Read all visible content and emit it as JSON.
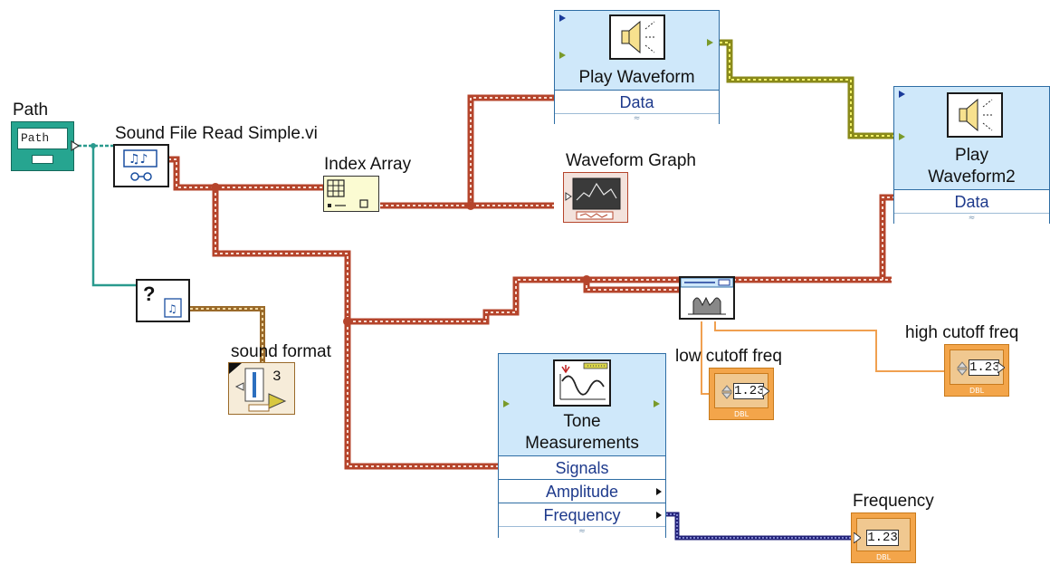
{
  "labels": {
    "path": "Path",
    "sound_file_read": "Sound File Read Simple.vi",
    "index_array": "Index Array",
    "waveform_graph": "Waveform Graph",
    "sound_format": "sound format",
    "low_cutoff": "low cutoff freq",
    "high_cutoff": "high cutoff freq",
    "frequency_indicator": "Frequency"
  },
  "path_control": {
    "text": "Path"
  },
  "play_waveform": {
    "title": "Play Waveform",
    "terminals": [
      "Data"
    ]
  },
  "play_waveform2": {
    "title_line1": "Play",
    "title_line2": "Waveform2",
    "terminals": [
      "Data"
    ]
  },
  "tone_measurements": {
    "title_line1": "Tone",
    "title_line2": "Measurements",
    "terminals": [
      "Signals",
      "Amplitude",
      "Frequency"
    ]
  },
  "numeric_value": "1.23",
  "numeric_type": "DBL",
  "sound_format_value": "3",
  "query_glyph": "?",
  "colors": {
    "waveform_wire": "#b5452c",
    "refnum_wire": "#2a9a8e",
    "cluster_wire": "#9a7c2a",
    "number_wire": "#f0a050",
    "double_wire": "#3a3a9a",
    "express_bg": "#cfe8fa",
    "express_border": "#2e6da4",
    "numeric_bg": "#f3a54a"
  },
  "icons": [
    "speaker-icon",
    "sound-file-icon",
    "index-array-icon",
    "graph-icon",
    "filter-icon",
    "tone-icon",
    "query-icon",
    "sound-format-icon"
  ]
}
